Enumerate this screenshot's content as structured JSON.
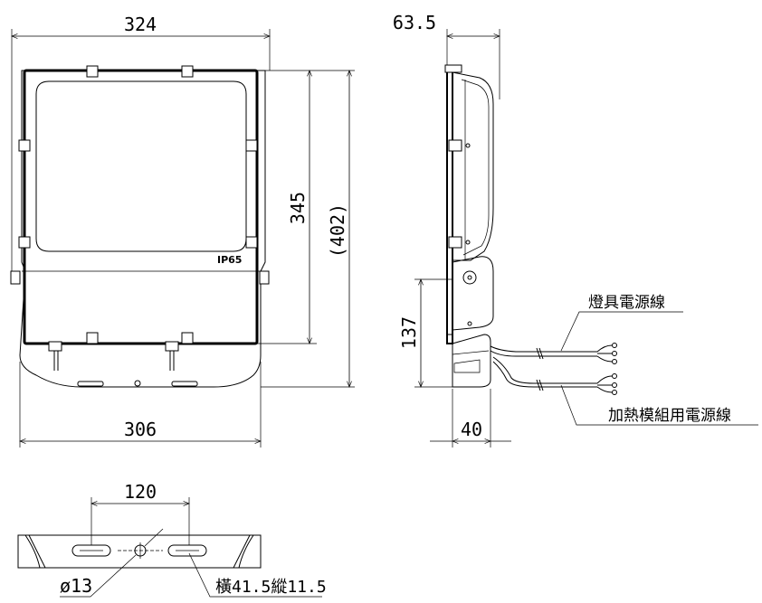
{
  "front_view": {
    "width_top": "324",
    "width_bottom": "306",
    "height_inner": "345",
    "height_total": "(402)",
    "ip_label": "IP65"
  },
  "side_view": {
    "depth_top": "63.5",
    "bracket_height": "137",
    "bracket_depth": "40",
    "cable_label_1": "燈具電源線",
    "cable_label_2": "加熱模組用電源線"
  },
  "bottom_view": {
    "hole_spacing": "120",
    "hole_diameter": "ø13",
    "slot_size": "橫41.5縱11.5"
  }
}
